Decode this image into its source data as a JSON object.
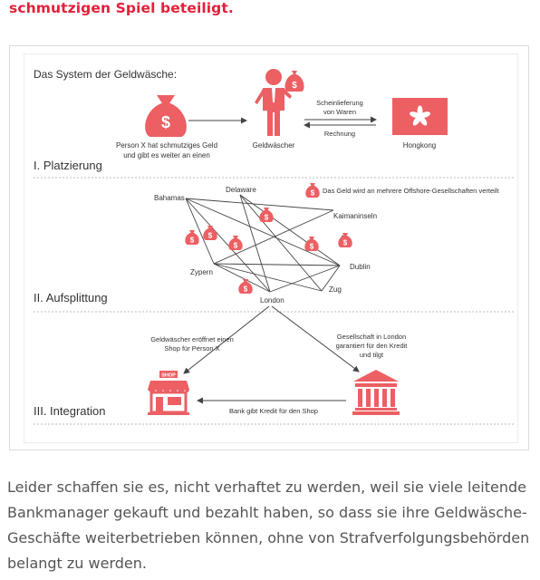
{
  "heading": "schmutzigen Spiel beteiligt.",
  "diagram": {
    "title": "Das System der Geldwäsche:",
    "phases": [
      "I. Platzierung",
      "II. Aufsplittung",
      "III. Integration"
    ],
    "person_x_line1": "Person X hat schmutziges Geld",
    "person_x_line2": "und gibt es weiter an einen",
    "launderer": "Geldwäscher",
    "hongkong": "Hongkong",
    "arrow_top_1": "Scheinlieferung",
    "arrow_top_2": "von Waren",
    "arrow_bottom": "Rechnung",
    "legend": "Das Geld wird an mehrere Offshore-Gesellschaften verteilt",
    "places": [
      "Bahamas",
      "Delaware",
      "Kaimaninseln",
      "Zypern",
      "Dublin",
      "Zug",
      "London"
    ],
    "shop_text_1": "Geldwäscher eröffnet einen",
    "shop_text_2": "Shop für Person X",
    "bank_text_1": "Gesellschaft in London",
    "bank_text_2": "garantiert für den Kredit",
    "bank_text_3": "und tilgt",
    "credit_text": "Bank gibt Kredit für den Shop",
    "shop_sign": "SHOP",
    "accent_color": "#ec5f63"
  },
  "paragraph": [
    "Leider schaffen sie es, nicht verhaftet zu werden, weil sie viele leitende",
    "Bankmanager gekauft und bezahlt haben, so dass sie ihre Geldwäsche-",
    "Geschäfte weiterbetrieben können, ohne von Strafverfolgungsbehörden",
    "belangt zu werden."
  ]
}
